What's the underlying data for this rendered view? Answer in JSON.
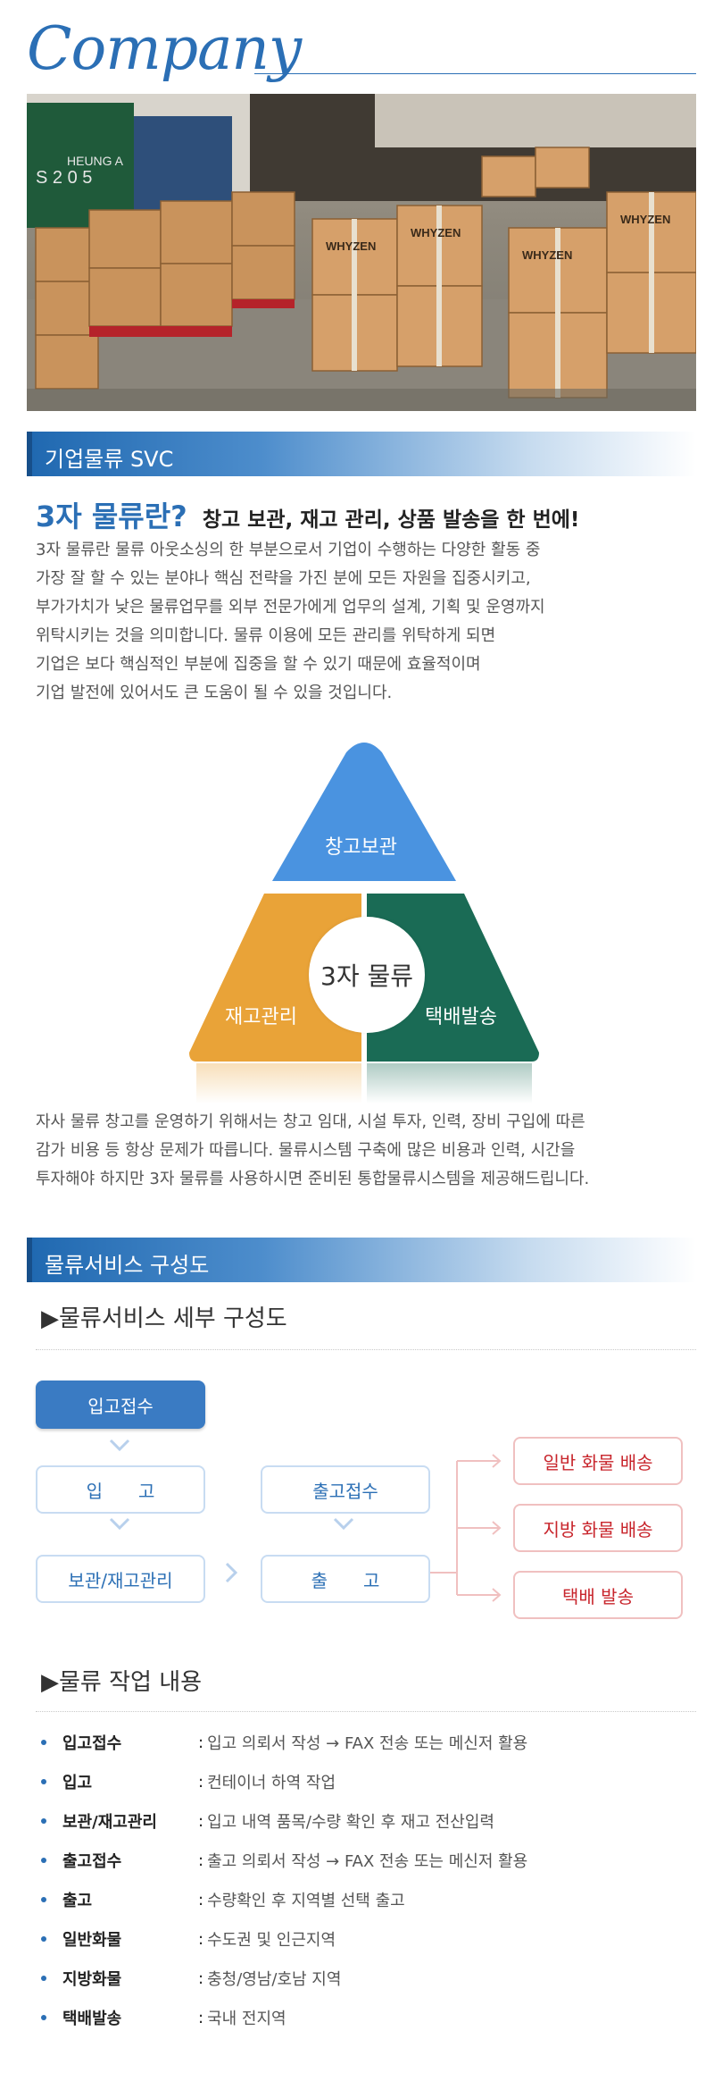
{
  "brand": "Company",
  "section1": {
    "title": "기업물류 SVC",
    "question": "3자 물류란?",
    "subtitle": "창고 보관, 재고 관리, 상품 발송을 한 번에!",
    "lines": [
      "3자 물류란 물류 아웃소싱의 한 부분으로서 기업이 수행하는 다양한 활동 중",
      "가장 잘 할 수 있는 분야나 핵심 전략을 가진 분에 모든 자원을 집중시키고,",
      "부가가치가 낮은 물류업무를 외부 전문가에게 업무의 설계, 기획 및 운영까지",
      "위탁시키는 것을 의미합니다. 물류 이용에 모든 관리를 위탁하게 되면",
      "기업은 보다 핵심적인 부분에 집중을 할 수 있기 때문에 효율적이며",
      "기업 발전에 있어서도 큰 도움이 될 수 있을 것입니다."
    ]
  },
  "cycle": {
    "center": "3자 물류",
    "top": "창고보관",
    "left": "재고관리",
    "right": "택배발송",
    "colors": {
      "top": "#4a93e0",
      "left": "#e9a338",
      "right": "#1a6b55"
    }
  },
  "section1b": {
    "lines": [
      "자사 물류 창고를 운영하기 위해서는 창고 임대, 시설 투자, 인력, 장비 구입에 따른",
      "감가 비용 등 항상 문제가 따릅니다. 물류시스템 구축에 많은 비용과 인력, 시간을",
      "투자해야 하지만 3자 물류를 사용하시면 준비된 통합물류시스템을 제공해드립니다."
    ]
  },
  "section2": {
    "title": "물류서비스 구성도",
    "sub1": "▶물류서비스 세부 구성도",
    "flow": {
      "receipt": "입고접수",
      "in": "입　　고",
      "storage": "보관/재고관리",
      "out_receipt": "출고접수",
      "out": "출　　고",
      "general": "일반 화물 배송",
      "regional": "지방 화물 배송",
      "parcel": "택배 발송"
    },
    "sub2": "▶물류 작업 내용",
    "tasks": [
      {
        "term": "입고접수",
        "desc": "입고 의뢰서 작성 → FAX 전송 또는 메신저 활용"
      },
      {
        "term": "입고",
        "desc": "컨테이너 하역 작업"
      },
      {
        "term": "보관/재고관리",
        "desc": "입고 내역 품목/수량 확인 후 재고 전산입력"
      },
      {
        "term": "출고접수",
        "desc": "출고 의뢰서 작성 → FAX 전송 또는 메신저 활용"
      },
      {
        "term": "출고",
        "desc": "수량확인 후 지역별 선택 출고"
      },
      {
        "term": "일반화물",
        "desc": "수도권 및 인근지역"
      },
      {
        "term": "지방화물",
        "desc": "충청/영남/호남 지역"
      },
      {
        "term": "택배발송",
        "desc": "국내 전지역"
      }
    ]
  },
  "photo": {
    "box_labels": [
      "WHYZEN",
      "WHYZEN",
      "WHYZEN",
      "WHYZEN"
    ],
    "container_text": [
      "S 2 0 5",
      "HEUNG A"
    ]
  }
}
